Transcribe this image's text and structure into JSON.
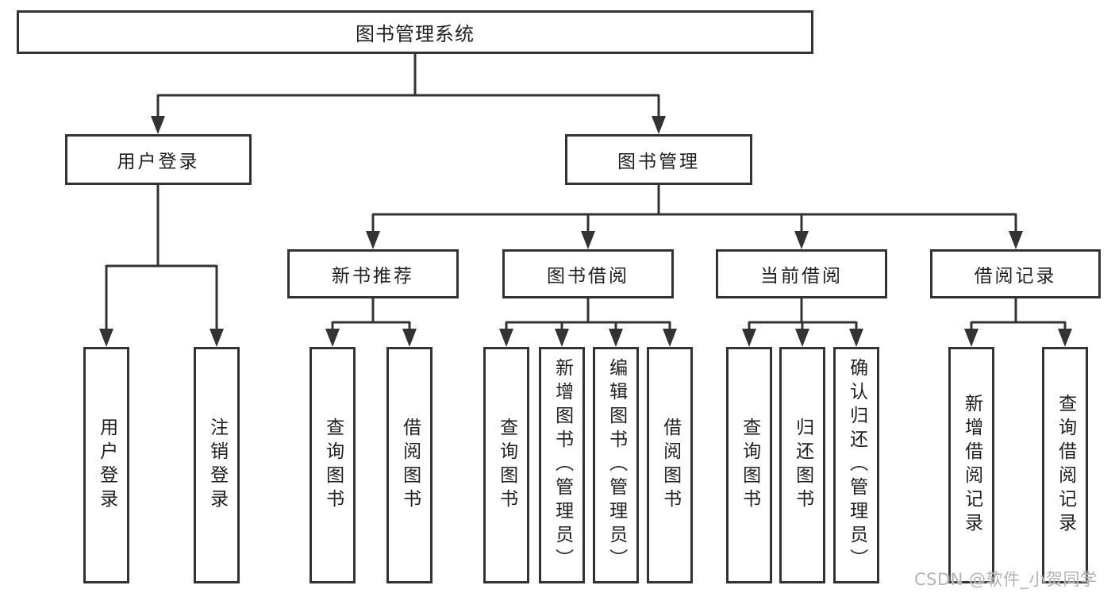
{
  "colors": {
    "background": "#ffffff",
    "line": "#333333",
    "box_border": "#333333",
    "text": "#1f1f1f",
    "watermark": "#b3b3b3"
  },
  "nodes": {
    "root": {
      "label": "图书管理系统"
    },
    "level2": [
      {
        "id": "user-login",
        "label": "用户登录"
      },
      {
        "id": "book-management",
        "label": "图书管理"
      }
    ],
    "level3": [
      {
        "id": "new-book-recommend",
        "label": "新书推荐",
        "parent": "图书管理"
      },
      {
        "id": "book-borrowing",
        "label": "图书借阅",
        "parent": "图书管理"
      },
      {
        "id": "current-borrowing",
        "label": "当前借阅",
        "parent": "图书管理"
      },
      {
        "id": "borrowing-records",
        "label": "借阅记录",
        "parent": "图书管理"
      }
    ],
    "leaves": [
      {
        "parent": "用户登录",
        "label": "用户登录"
      },
      {
        "parent": "用户登录",
        "label": "注销登录"
      },
      {
        "parent": "新书推荐",
        "label": "查询图书"
      },
      {
        "parent": "新书推荐",
        "label": "借阅图书"
      },
      {
        "parent": "图书借阅",
        "label": "查询图书"
      },
      {
        "parent": "图书借阅",
        "label": "新增图书（管理员）"
      },
      {
        "parent": "图书借阅",
        "label": "编辑图书（管理员）"
      },
      {
        "parent": "图书借阅",
        "label": "借阅图书"
      },
      {
        "parent": "当前借阅",
        "label": "查询图书"
      },
      {
        "parent": "当前借阅",
        "label": "归还图书"
      },
      {
        "parent": "当前借阅",
        "label": "确认归还（管理员）"
      },
      {
        "parent": "借阅记录",
        "label": "新增借阅记录"
      },
      {
        "parent": "借阅记录",
        "label": "查询借阅记录"
      }
    ]
  },
  "watermark": {
    "text": "CSDN @软件_小贺同学"
  }
}
